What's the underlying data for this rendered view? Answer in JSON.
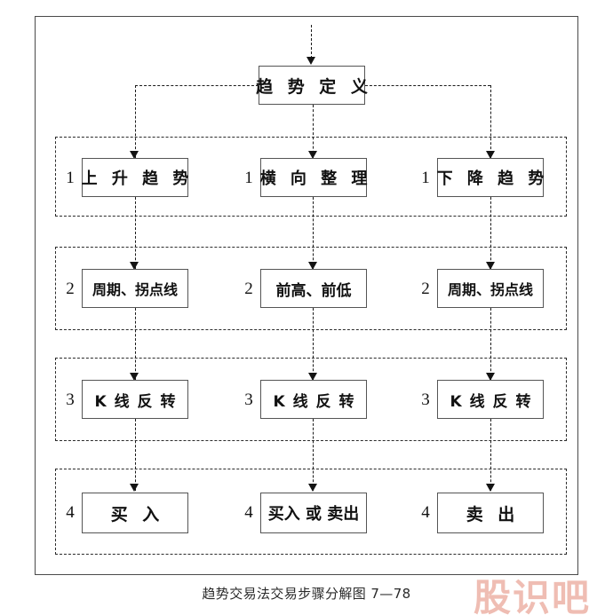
{
  "figure": {
    "caption": "趋势交易法交易步骤分解图 7—78",
    "watermark": "股识吧",
    "watermark_color": "#e9a596",
    "border_color": "#4a4a4a",
    "box_border_color": "#555555",
    "connector_color": "#1a1a1a"
  },
  "root": {
    "label": "趋 势 定 义"
  },
  "columns": [
    {
      "name": "uptrend-column"
    },
    {
      "name": "sideways-column"
    },
    {
      "name": "downtrend-column"
    }
  ],
  "groups": [
    {
      "step": "1",
      "nodes": [
        {
          "num": "1",
          "label": "上 升 趋 势"
        },
        {
          "num": "1",
          "label": "横 向 整 理"
        },
        {
          "num": "1",
          "label": "下 降 趋 势"
        }
      ]
    },
    {
      "step": "2",
      "nodes": [
        {
          "num": "2",
          "label": "周期、拐点线"
        },
        {
          "num": "2",
          "label": "前高、前低"
        },
        {
          "num": "2",
          "label": "周期、拐点线"
        }
      ]
    },
    {
      "step": "3",
      "nodes": [
        {
          "num": "3",
          "label": "K 线 反 转"
        },
        {
          "num": "3",
          "label": "K 线 反 转"
        },
        {
          "num": "3",
          "label": "K 线 反 转"
        }
      ]
    },
    {
      "step": "4",
      "nodes": [
        {
          "num": "4",
          "label": "买 入"
        },
        {
          "num": "4",
          "label": "买入 或 卖出"
        },
        {
          "num": "4",
          "label": "卖 出"
        }
      ]
    }
  ]
}
